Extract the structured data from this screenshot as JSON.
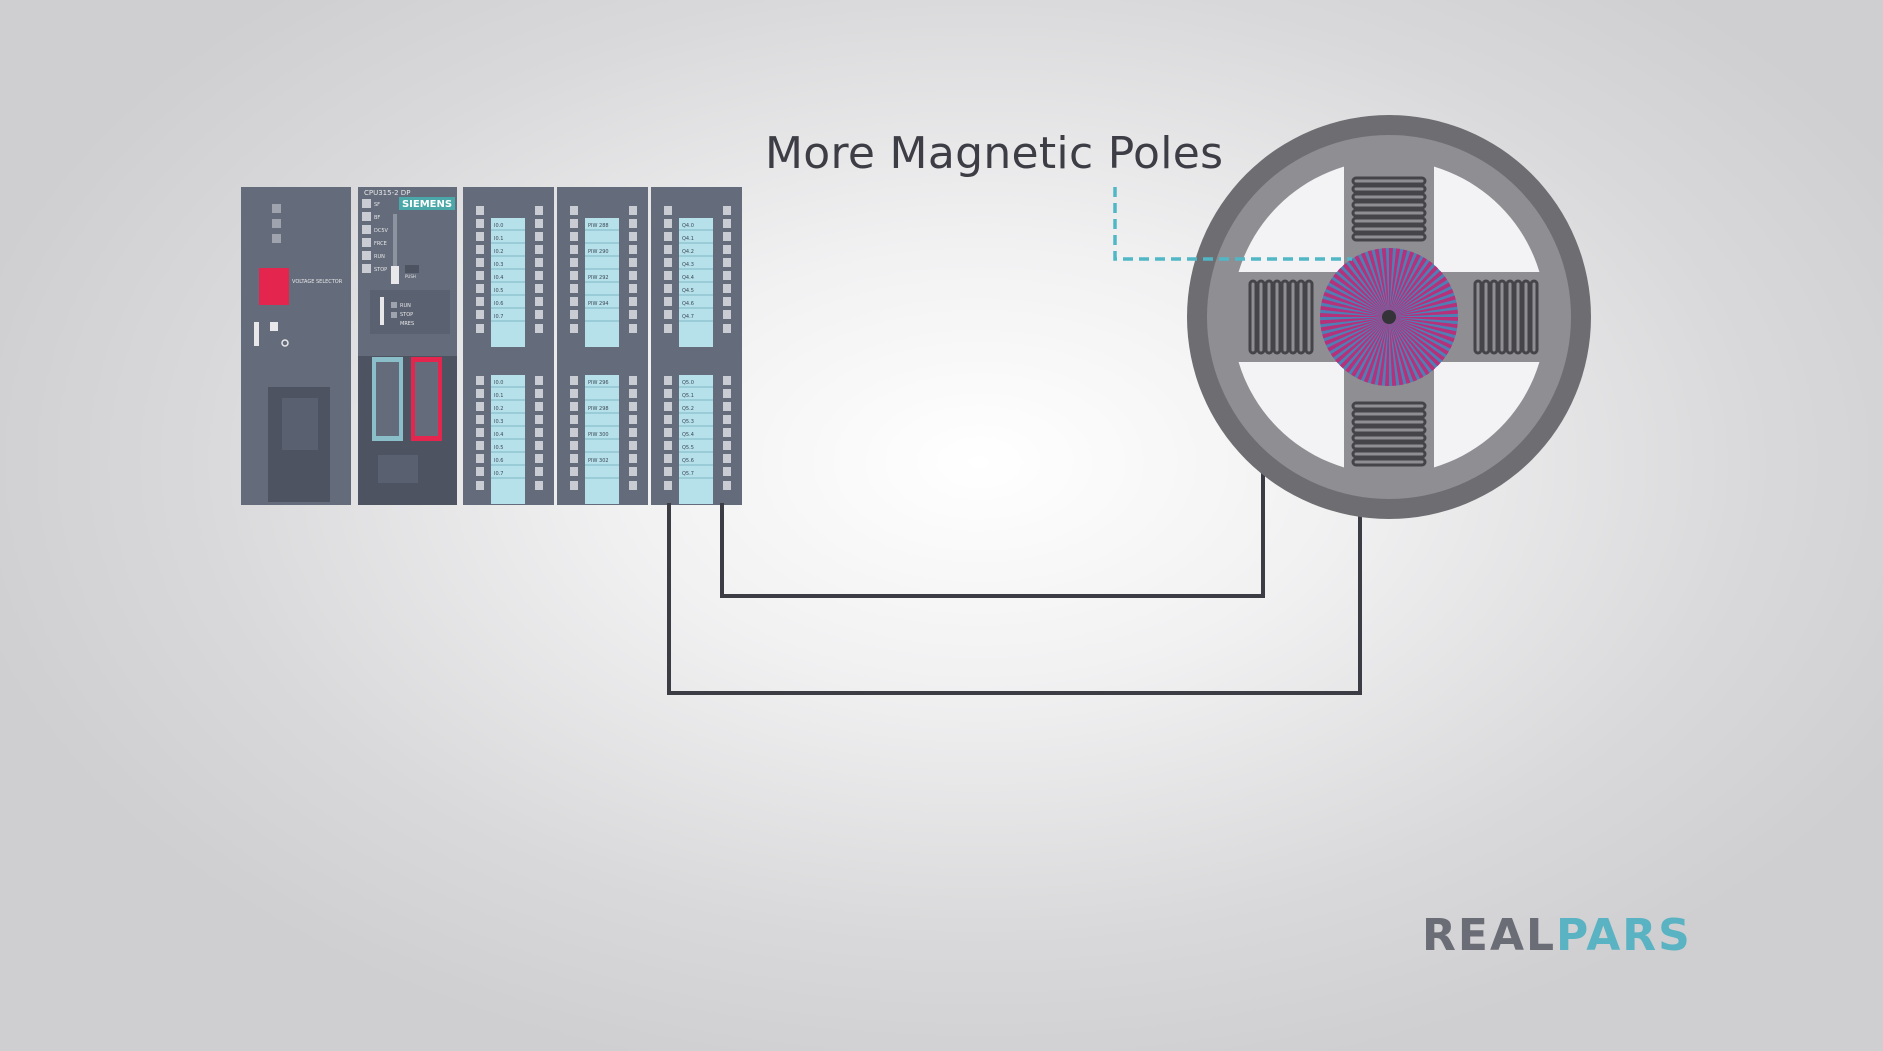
{
  "caption": "More Magnetic Poles",
  "plc": {
    "cpu_model": "CPU315-2 DP",
    "brand": "SIEMENS",
    "psu_label": "VOLTAGE SELECTOR",
    "cpu_leds": [
      "SF",
      "BF",
      "DC5V",
      "FRCE",
      "RUN",
      "STOP"
    ],
    "cpu_mode": [
      "RUN",
      "STOP",
      "MRES"
    ],
    "cpu_mode_side": "PUSH",
    "di_labels": [
      "I0.0",
      "I0.1",
      "I0.2",
      "I0.3",
      "I0.4",
      "I0.5",
      "I0.6",
      "I0.7"
    ],
    "ai_labels": [
      "PIW 288",
      "PIW 290",
      "PIW 292",
      "PIW 294",
      "PIW 296",
      "PIW 298",
      "PIW 300",
      "PIW 302"
    ],
    "do_labels": [
      "Q4.0",
      "Q4.1",
      "Q4.2",
      "Q4.3",
      "Q4.4",
      "Q4.5",
      "Q4.6",
      "Q4.7",
      "Q5.0",
      "Q5.1",
      "Q5.2",
      "Q5.3",
      "Q5.4",
      "Q5.5",
      "Q5.6",
      "Q5.7"
    ]
  },
  "logo": {
    "part1": "REAL",
    "part2": "PARS"
  },
  "colors": {
    "module": "#646b7a",
    "module_dark": "#4d5361",
    "strip": "#b6e0ea",
    "motor_ring": "#6e6e72",
    "motor_inner": "#9a9a9e",
    "rotor_magenta": "#b7307a",
    "rotor_blue": "#4e7fb5",
    "accent_dash": "#4fb7c6",
    "wire": "#3c3c44"
  }
}
